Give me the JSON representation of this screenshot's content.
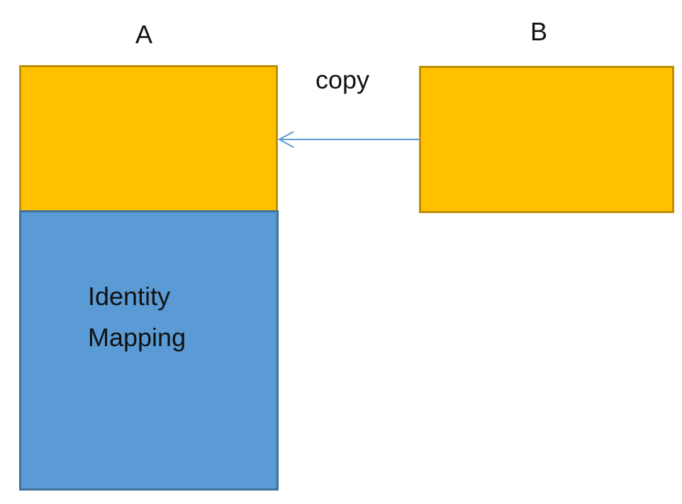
{
  "diagram": {
    "left_label": "A",
    "right_label": "B",
    "arrow_label": "copy",
    "identity_lines": [
      "Identity",
      "Mapping"
    ]
  },
  "colors": {
    "accent": "#FFC000",
    "accent_border": "#BF9000",
    "blue": "#5B9BD5",
    "blue_border": "#41719C",
    "arrow": "#5B9BD5"
  }
}
